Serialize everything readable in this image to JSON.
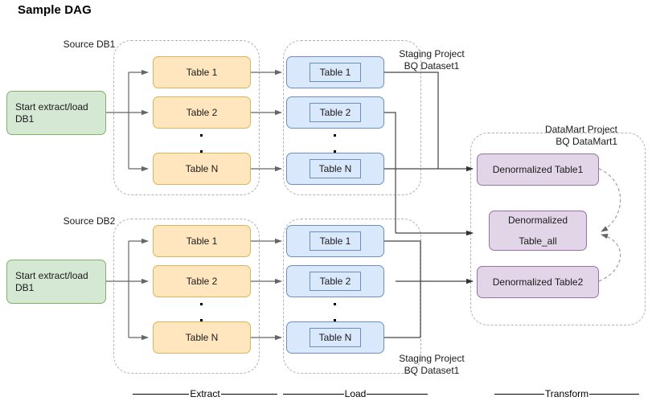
{
  "diagram": {
    "title": "Sample DAG",
    "source_labels": [
      {
        "name": "source-db1",
        "text": "Source DB1"
      },
      {
        "name": "source-db2",
        "text": "Source DB2"
      }
    ],
    "project_labels": [
      {
        "name": "staging-project-top",
        "text": "Staging Project\nBQ Dataset1"
      },
      {
        "name": "staging-project-bottom",
        "text": "Staging Project\nBQ Dataset1"
      },
      {
        "name": "datamart-project",
        "text": "DataMart Project\nBQ DataMart1"
      }
    ],
    "start_nodes": [
      {
        "name": "start-extract-load-db1-top",
        "text": "Start extract/load\nDB1"
      },
      {
        "name": "start-extract-load-db1-bottom",
        "text": "Start extract/load\nDB1"
      }
    ],
    "extract_groups": [
      {
        "name": "extract-group-db1",
        "tables": [
          "Table 1",
          "Table 2",
          "Table N"
        ]
      },
      {
        "name": "extract-group-db2",
        "tables": [
          "Table 1",
          "Table 2",
          "Table N"
        ]
      }
    ],
    "load_groups": [
      {
        "name": "load-group-dataset1-top",
        "tables": [
          "Table 1",
          "Table 2",
          "Table N"
        ]
      },
      {
        "name": "load-group-dataset1-bottom",
        "tables": [
          "Table 1",
          "Table 2",
          "Table N"
        ]
      }
    ],
    "transform_group": {
      "name": "transform-group-datamart",
      "tables": [
        {
          "name": "denormalized-table1",
          "text": "Denormalized Table1"
        },
        {
          "name": "denormalized-table-all",
          "line1": "Denormalized",
          "line2": "Table_all"
        },
        {
          "name": "denormalized-table2",
          "text": "Denormalized Table2"
        }
      ]
    },
    "phases": [
      {
        "name": "phase-extract",
        "label": "Extract"
      },
      {
        "name": "phase-load",
        "label": "Load"
      },
      {
        "name": "phase-transform",
        "label": "Transform"
      }
    ],
    "colors": {
      "green_fill": "#d5e8d4",
      "green_stroke": "#82b366",
      "yellow_fill": "#ffe6bf",
      "yellow_stroke": "#d6b656",
      "blue_fill": "#dae8fc",
      "blue_stroke": "#6c8ebf",
      "purple_fill": "#e1d5e7",
      "purple_stroke": "#9673a6",
      "group_stroke": "#b3b3b3",
      "connector": "#666666"
    }
  }
}
